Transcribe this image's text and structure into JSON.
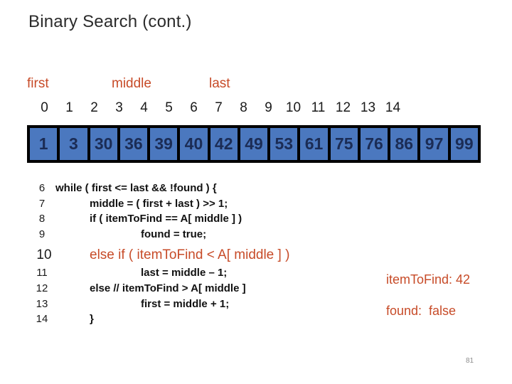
{
  "slide": {
    "title": "Binary Search (cont.)",
    "page_number": "81"
  },
  "array_visual": {
    "pointer_labels": [
      "first",
      "middle",
      "last"
    ],
    "indices": [
      "0",
      "1",
      "2",
      "3",
      "4",
      "5",
      "6",
      "7",
      "8",
      "9",
      "10",
      "11",
      "12",
      "13",
      "14"
    ],
    "values": [
      "1",
      "3",
      "30",
      "36",
      "39",
      "40",
      "42",
      "49",
      "53",
      "61",
      "75",
      "76",
      "86",
      "97",
      "99"
    ]
  },
  "code": {
    "lines": [
      {
        "num": "6",
        "text": "while ( first <= last && !found ) {"
      },
      {
        "num": "7",
        "text": "middle = ( first + last ) >> 1;"
      },
      {
        "num": "8",
        "text": "if ( itemToFind == A[ middle ] )"
      },
      {
        "num": "9",
        "text": "found = true;"
      },
      {
        "num": "10",
        "text": "else if ( itemToFind < A[ middle ] )"
      },
      {
        "num": "11",
        "text": "last = middle – 1;"
      },
      {
        "num": "12",
        "text": "else // itemToFind > A[ middle ]"
      },
      {
        "num": "13",
        "text": "first = middle + 1;"
      },
      {
        "num": "14",
        "text": "}"
      }
    ]
  },
  "status": {
    "item_to_find": "itemToFind: 42",
    "found": "found:  false"
  },
  "colors": {
    "accent_orange": "#c74b28",
    "cell_blue": "#4b78bf",
    "cell_text_navy": "#1b2c55",
    "array_border": "#000000",
    "body_text": "#1a1a1a",
    "page_number_gray": "#8c8c8c"
  }
}
